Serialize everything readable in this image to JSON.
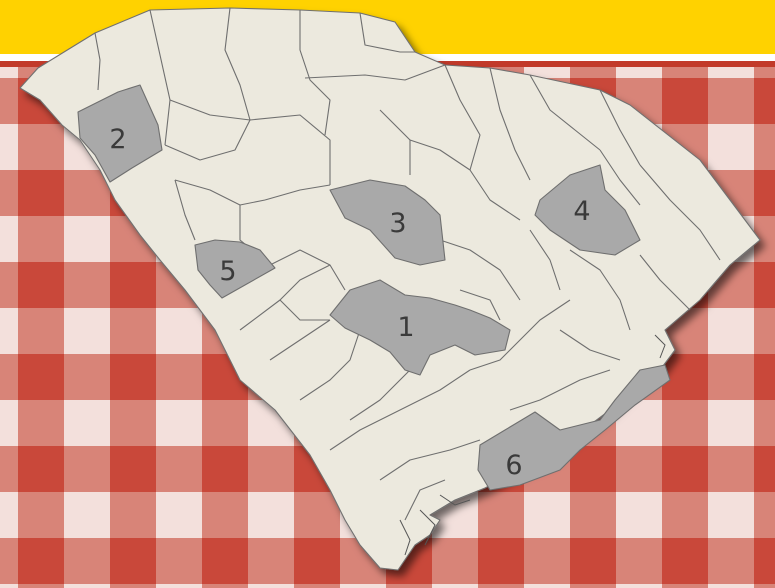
{
  "colors": {
    "banner": "#ffd200",
    "stripe": "#c23a2a",
    "check_dark": "#c9483a",
    "check_mid": "#d88478",
    "check_light": "#f3e0dc",
    "county_fill": "#ece9de",
    "highlight_fill": "#a9a9a9",
    "border": "#6f6f6f"
  },
  "regions": [
    {
      "id": "region-1",
      "label": "1"
    },
    {
      "id": "region-2",
      "label": "2"
    },
    {
      "id": "region-3",
      "label": "3"
    },
    {
      "id": "region-4",
      "label": "4"
    },
    {
      "id": "region-5",
      "label": "5"
    },
    {
      "id": "region-6",
      "label": "6"
    }
  ]
}
